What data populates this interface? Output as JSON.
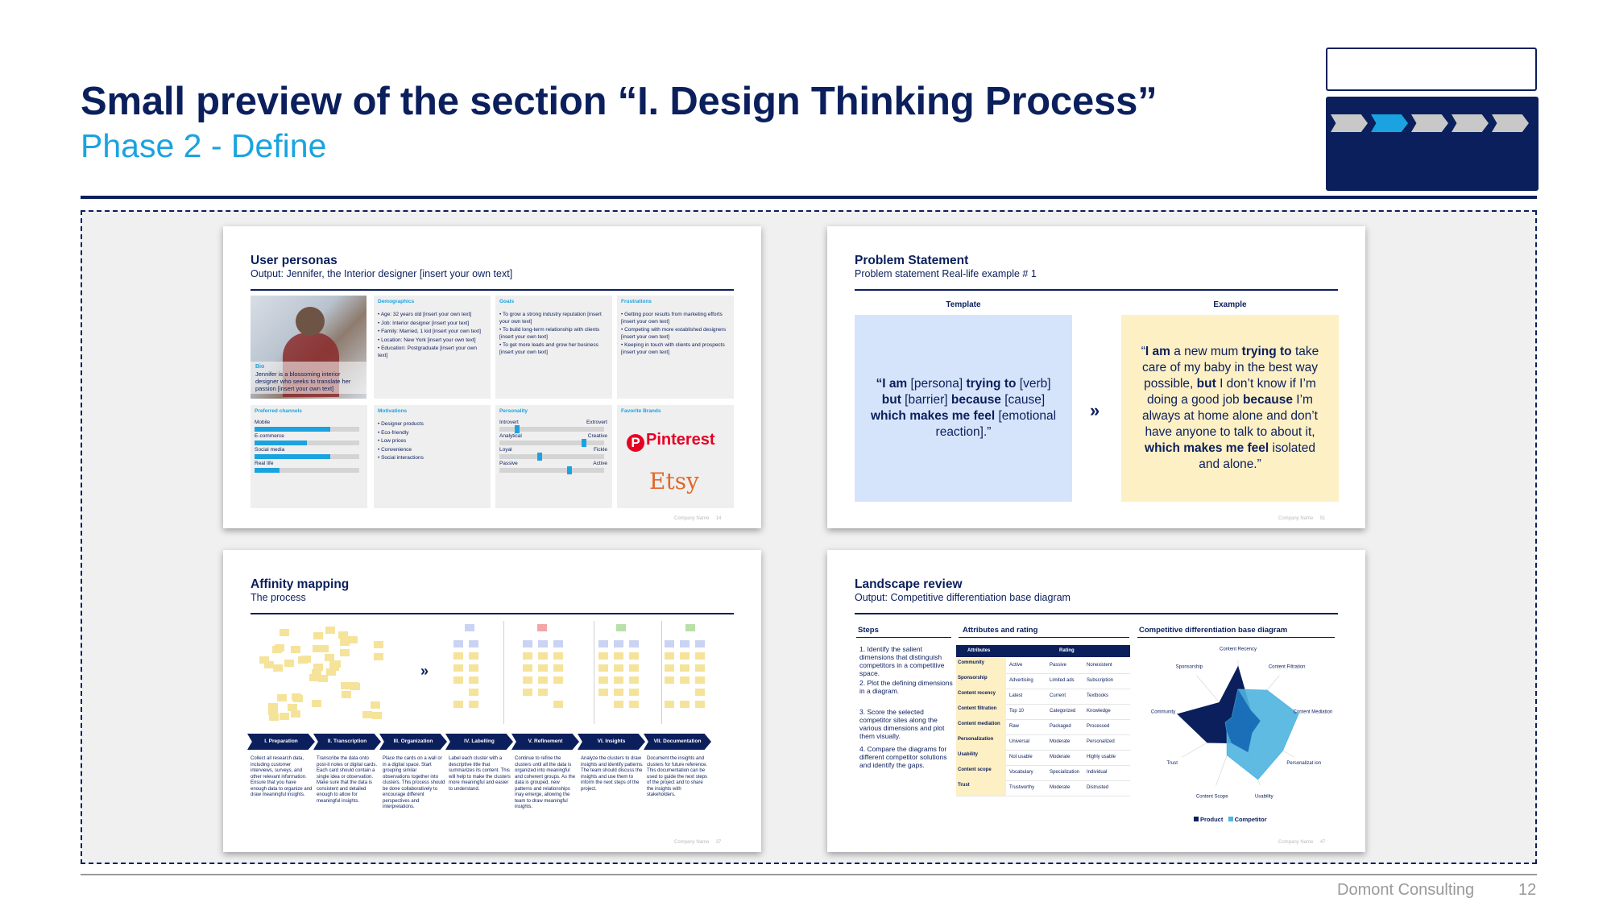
{
  "header": {
    "title": "Small preview of the section “I. Design Thinking Process”",
    "subtitle": "Phase 2 - Define"
  },
  "navigator": {
    "steps": 5,
    "active_step": 2,
    "colors": {
      "active": "#1aa3e0",
      "inactive": "#c8c8c8",
      "box": "#0b1f5c"
    }
  },
  "footer": {
    "company": "Domont Consulting",
    "page": "12"
  },
  "slides": {
    "personas": {
      "title": "User personas",
      "subtitle": "Output: Jennifer, the Interior designer [insert your own text]",
      "bio_label": "Bio",
      "bio_text": "Jennifer is a blossoming interior designer who seeks to translate her passion [insert your own text]",
      "demographics": {
        "label": "Demographics",
        "items": [
          "• Age: 32 years old [insert your own text]",
          "• Job: Interior designer [insert your text]",
          "• Family: Married, 1 kid [insert your own text]",
          "• Location: New York [insert your own text]",
          "• Education: Postgraduate [insert your own text]"
        ]
      },
      "goals": {
        "label": "Goals",
        "items": [
          "• To grow a strong industry reputation [insert your own text]",
          "• To build long-term relationship with clients [insert your own text]",
          "• To get more leads and grow her business [insert your own text]"
        ]
      },
      "frustrations": {
        "label": "Frustrations",
        "items": [
          "• Getting poor results from marketing efforts [insert your own text]",
          "• Competing with more established designers [insert your own text]",
          "• Keeping in touch with clients and prospects [insert your own text]"
        ]
      },
      "channels": {
        "label": "Preferred channels",
        "items": [
          {
            "name": "Mobile",
            "level": 0.72
          },
          {
            "name": "E-commerce",
            "level": 0.5
          },
          {
            "name": "Social media",
            "level": 0.72
          },
          {
            "name": "Real life",
            "level": 0.24
          }
        ]
      },
      "motivations": {
        "label": "Motivations",
        "items": [
          "• Designer products",
          "• Eco-friendly",
          "• Low prices",
          "• Convenience",
          "• Social interactions"
        ]
      },
      "personality": {
        "label": "Personality",
        "items": [
          {
            "left": "Introvert",
            "right": "Extrovert",
            "level": 0.15
          },
          {
            "left": "Analytical",
            "right": "Creative",
            "level": 0.82
          },
          {
            "left": "Loyal",
            "right": "Fickle",
            "level": 0.38
          },
          {
            "left": "Passive",
            "right": "Active",
            "level": 0.68
          }
        ]
      },
      "brands": {
        "label": "Favorite Brands",
        "pinterest": "Pinterest",
        "pinterest_mark": "P",
        "etsy": "Etsy"
      },
      "footer_company": "Company Name",
      "footer_page": "14"
    },
    "problem": {
      "title": "Problem Statement",
      "subtitle": "Problem statement Real-life example # 1",
      "template_label": "Template",
      "example_label": "Example",
      "template_parts": {
        "a": "“I am",
        "b": " [persona] ",
        "c": "trying to",
        "d": " [verb] ",
        "e": "but",
        "f": " [barrier] ",
        "g": "because",
        "h": " [cause] ",
        "i": "which makes me feel",
        "j": " [emotional reaction].”"
      },
      "example_parts": {
        "a": "“",
        "b": "I am",
        "c": " a new mum ",
        "d": "trying to",
        "e": " take care of my baby in the best way possible, ",
        "f": "but",
        "g": " I don’t know if I’m doing a good job ",
        "h": "because",
        "i": " I’m always at home alone and don’t have anyone to talk to about it, ",
        "j": "which makes me feel",
        "k": " isolated and alone.”"
      },
      "arrow": "»",
      "footer_company": "Company Name",
      "footer_page": "51"
    },
    "affinity": {
      "title": "Affinity mapping",
      "subtitle": "The process",
      "arrow": "»",
      "steps": [
        {
          "label": "I. Preparation",
          "desc": "Collect all research data, including customer interviews, surveys, and other relevant information. Ensure that you have enough data to organize and draw meaningful insights."
        },
        {
          "label": "II. Transcription",
          "desc": "Transcribe the data onto post-it notes or digital cards. Each card should contain a single idea or observation. Make sure that the data is consistent and detailed enough to allow for meaningful insights."
        },
        {
          "label": "III. Organization",
          "desc": "Place the cards on a wall or in a digital space. Start grouping similar observations together into clusters. This process should be done collaboratively to encourage different perspectives and interpretations."
        },
        {
          "label": "IV. Labelling",
          "desc": "Label each cluster with a descriptive title that summarizes its content. This will help to make the clusters more meaningful and easier to understand."
        },
        {
          "label": "V. Refinement",
          "desc": "Continue to refine the clusters until all the data is organized into meaningful and coherent groups. As the data is grouped, new patterns and relationships may emerge, allowing the team to draw meaningful insights."
        },
        {
          "label": "VI. Insights",
          "desc": "Analyze the clusters to draw insights and identify patterns. The team should discuss the insights and use them to inform the next steps of the project."
        },
        {
          "label": "VII. Documentation",
          "desc": "Document the insights and clusters for future reference. This documentation can be used to guide the next steps of the project and to share the insights with stakeholders."
        }
      ],
      "footer_company": "Company Name",
      "footer_page": "37"
    },
    "landscape": {
      "title": "Landscape review",
      "subtitle": "Output: Competitive differentiation base diagram",
      "steps_label": "Steps",
      "attributes_label": "Attributes and rating",
      "diagram_label": "Competitive differentiation base diagram",
      "steps": [
        "1.  Identify the salient dimensions that distinguish competitors in a competitive space.",
        "2.  Plot the defining dimensions in a diagram.",
        "3.  Score the selected competitor sites along the various dimensions and plot them visually.",
        "4.  Compare the diagrams for different competitor solutions and identify the gaps."
      ],
      "table_head": {
        "attributes": "Attributes",
        "rating": "Rating"
      },
      "table_rows": [
        {
          "name": "Community",
          "r1": "Active",
          "r2": "Passive",
          "r3": "Nonexistent"
        },
        {
          "name": "Sponsorship",
          "r1": "Advertising",
          "r2": "Limited ads",
          "r3": "Subscription"
        },
        {
          "name": "Content recency",
          "r1": "Latest",
          "r2": "Current",
          "r3": "Textbooks"
        },
        {
          "name": "Content filtration",
          "r1": "Top 10",
          "r2": "Categorized",
          "r3": "Knowledge"
        },
        {
          "name": "Content mediation",
          "r1": "Raw",
          "r2": "Packaged",
          "r3": "Processed"
        },
        {
          "name": "Personalization",
          "r1": "Universal",
          "r2": "Moderate",
          "r3": "Personalized"
        },
        {
          "name": "Usability",
          "r1": "Not usable",
          "r2": "Moderate",
          "r3": "Highly usable"
        },
        {
          "name": "Content scope",
          "r1": "Vocabulary",
          "r2": "Specialization",
          "r3": "Individual"
        },
        {
          "name": "Trust",
          "r1": "Trustworthy",
          "r2": "Moderate",
          "r3": "Distrusted"
        }
      ],
      "radar": {
        "axes": [
          "Content Recency",
          "Content Filtration",
          "Content Mediation",
          "Personalizat ion",
          "Usability",
          "Content Scope",
          "Trust",
          "Community",
          "Sponsorship"
        ],
        "series": [
          {
            "name": "Product",
            "color": "#0b1f5c",
            "values": [
              0.9,
              0.3,
              0.35,
              0.25,
              0.45,
              0.3,
              0.55,
              0.95,
              0.45
            ]
          },
          {
            "name": "Competitor",
            "color": "#4fb4e0",
            "values": [
              0.55,
              0.7,
              0.95,
              0.8,
              0.9,
              0.5,
              0.2,
              0.2,
              0.15
            ]
          }
        ],
        "legend": [
          "Product",
          "Competitor"
        ]
      },
      "footer_company": "Company Name",
      "footer_page": "47"
    }
  }
}
